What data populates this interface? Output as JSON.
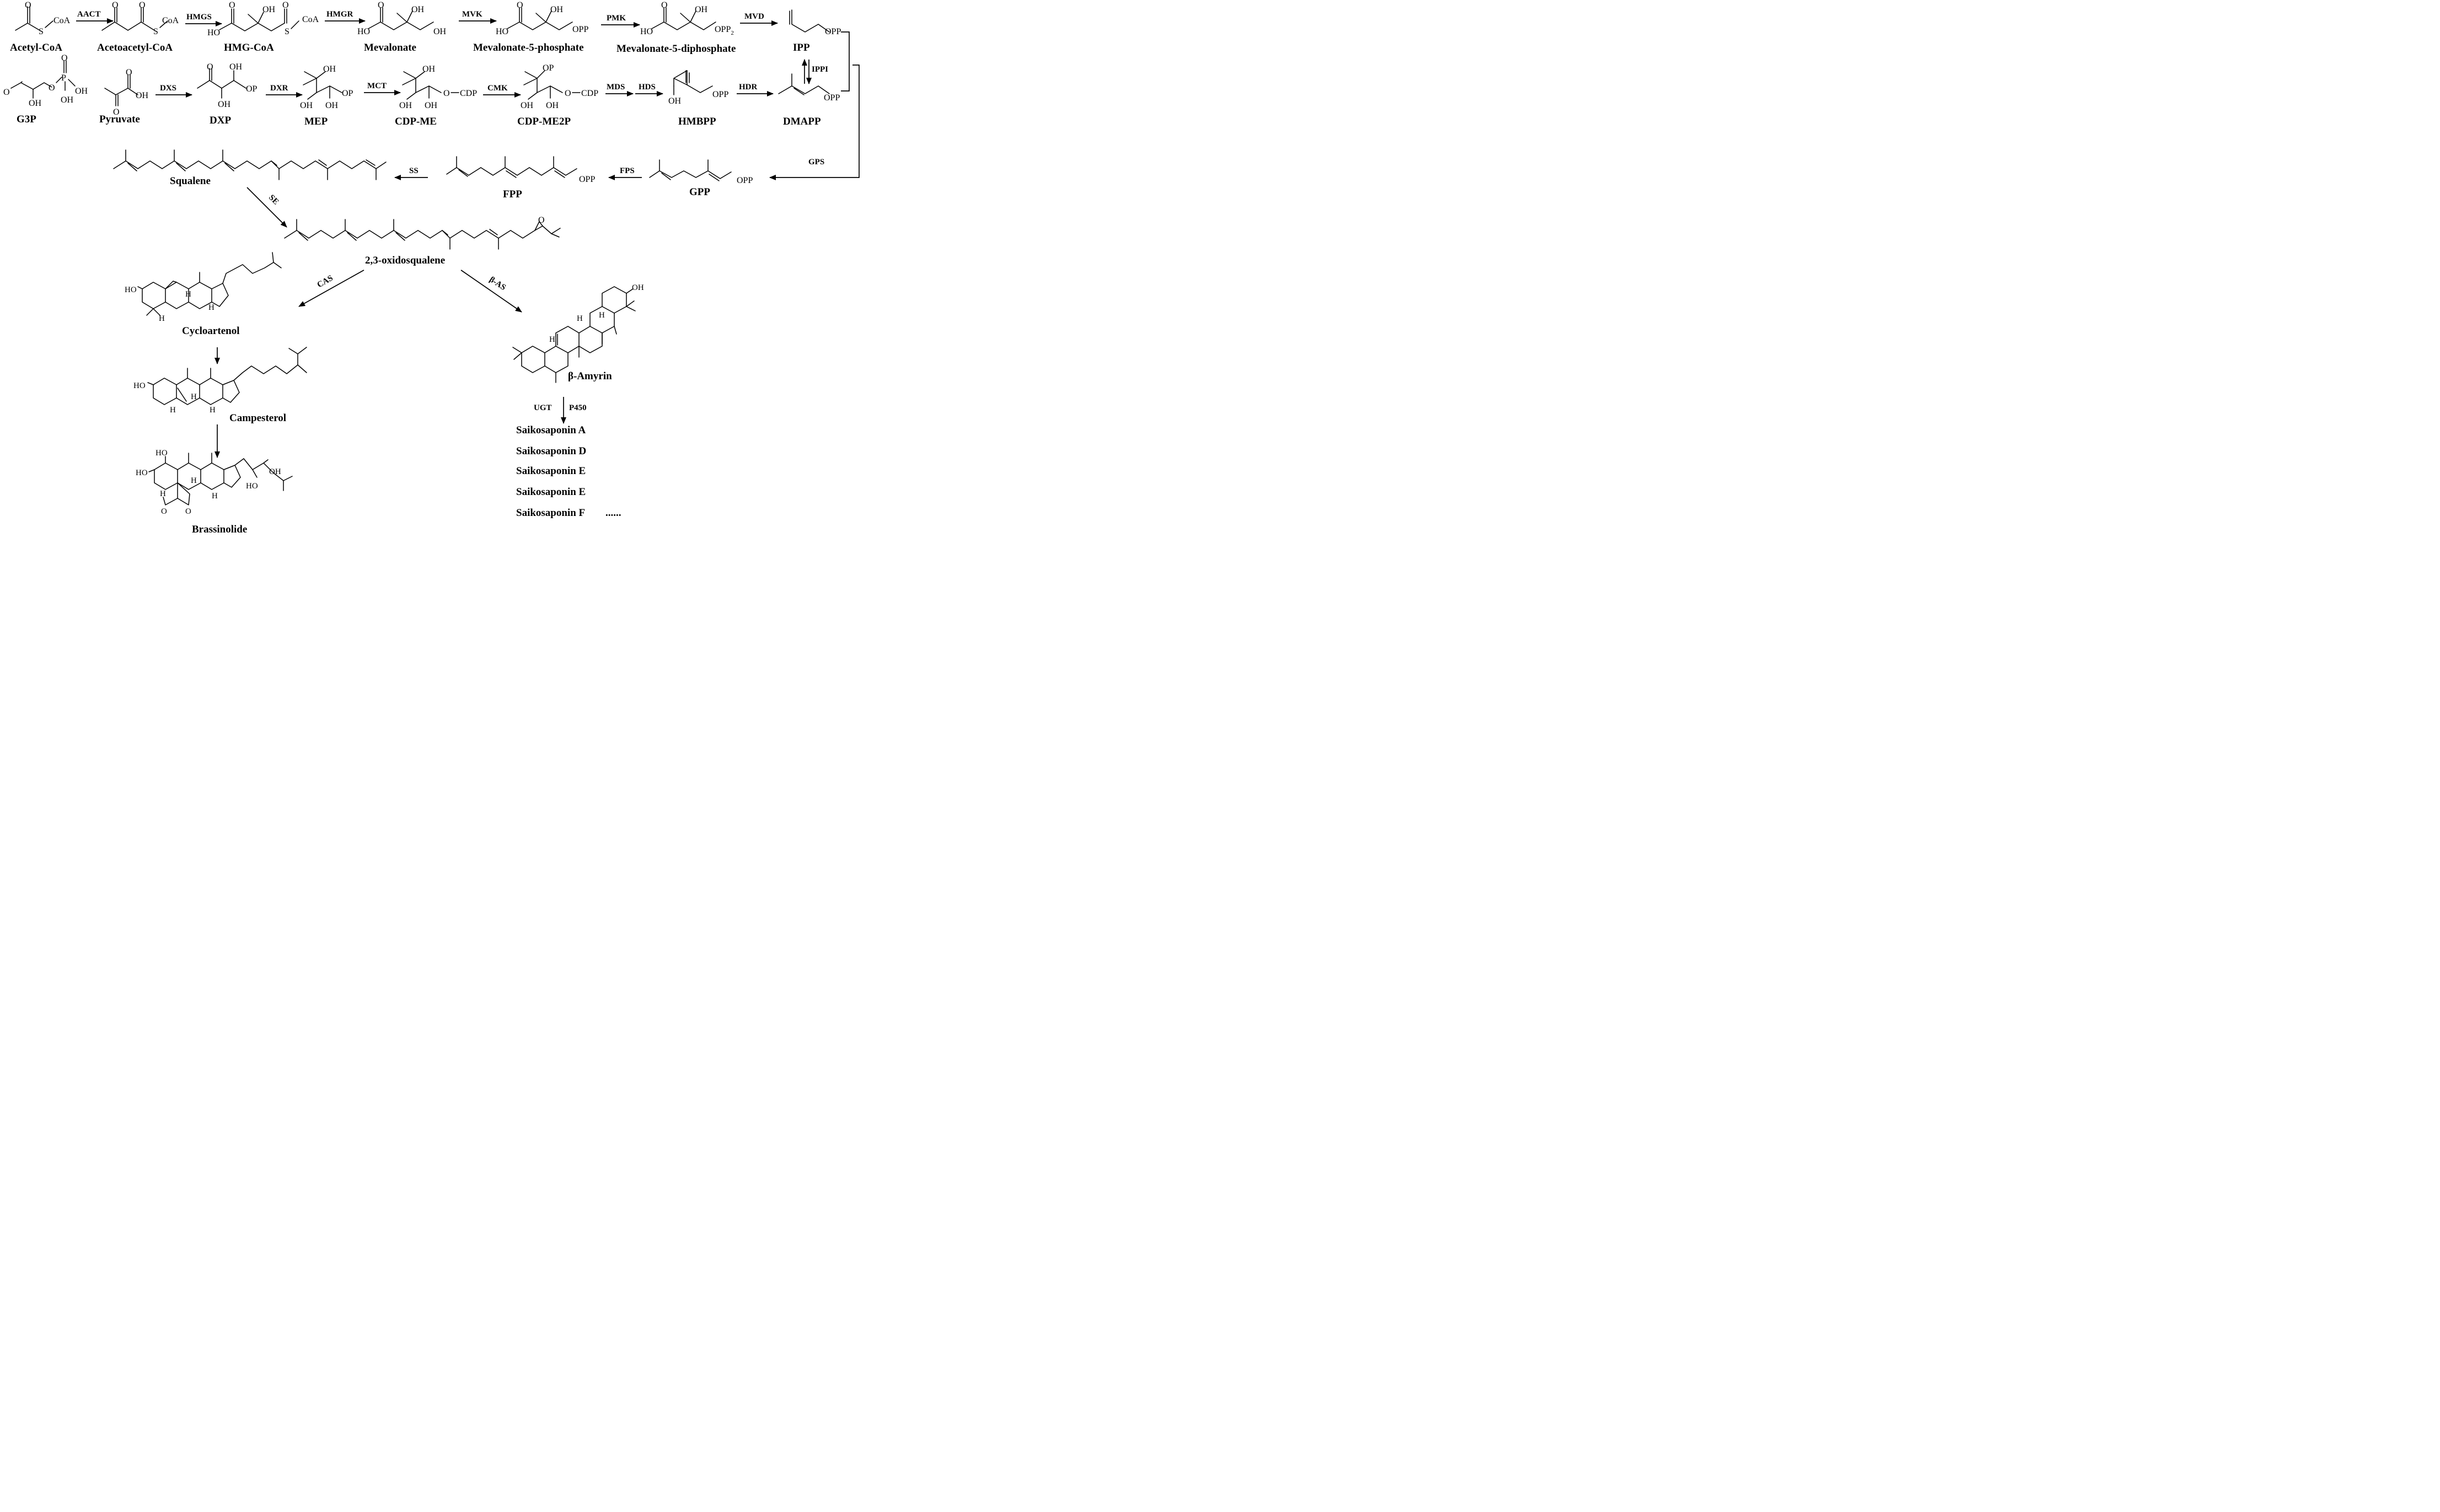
{
  "compounds": {
    "acetyl_coa": "Acetyl-CoA",
    "acetoacetyl_coa": "Acetoacetyl-CoA",
    "hmg_coa": "HMG-CoA",
    "mevalonate": "Mevalonate",
    "mevalonate_5p": "Mevalonate-5-phosphate",
    "mevalonate_5pp": "Mevalonate-5-diphosphate",
    "ipp": "IPP",
    "g3p": "G3P",
    "pyruvate": "Pyruvate",
    "dxp": "DXP",
    "mep": "MEP",
    "cdp_me": "CDP-ME",
    "cdp_me2p": "CDP-ME2P",
    "hmbpp": "HMBPP",
    "dmapp": "DMAPP",
    "squalene": "Squalene",
    "fpp": "FPP",
    "gpp": "GPP",
    "oxidosqualene": "2,3-oxidosqualene",
    "cycloartenol": "Cycloartenol",
    "campesterol": "Campesterol",
    "brassinolide": "Brassinolide",
    "beta_amyrin": "β-Amyrin"
  },
  "enzymes": {
    "aact": "AACT",
    "hmgs": "HMGS",
    "hmgr": "HMGR",
    "mvk": "MVK",
    "pmk": "PMK",
    "mvd": "MVD",
    "ippi": "IPPI",
    "dxs": "DXS",
    "dxr": "DXR",
    "mct": "MCT",
    "cmk": "CMK",
    "mds": "MDS",
    "hds": "HDS",
    "hdr": "HDR",
    "gps": "GPS",
    "fps": "FPS",
    "ss": "SS",
    "se": "SE",
    "cas": "CAS",
    "bas": "β-AS",
    "ugt": "UGT",
    "p450": "P450"
  },
  "products": [
    "Saikosaponin A",
    "Saikosaponin D",
    "Saikosaponin E",
    "Saikosaponin E",
    "Saikosaponin F"
  ],
  "products_more": "......",
  "atoms": {
    "coa": "CoA",
    "s": "S",
    "o": "O",
    "oh": "OH",
    "ho": "HO",
    "p": "P",
    "op": "OP",
    "opp": "OPP",
    "opp2_base": "OPP",
    "opp2_sub": "2",
    "cdp": "CDP",
    "h": "H"
  }
}
